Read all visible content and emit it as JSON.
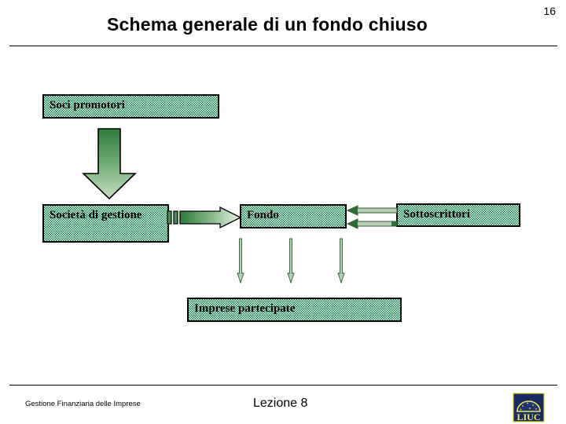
{
  "slide": {
    "title": "Schema generale di un fondo chiuso",
    "page_number": "16"
  },
  "diagram": {
    "boxes": [
      {
        "id": "soci-promotori",
        "label": "Soci promotori"
      },
      {
        "id": "societa-gestione",
        "label": "Società di gestione"
      },
      {
        "id": "fondo",
        "label": "Fondo"
      },
      {
        "id": "sottoscrittori",
        "label": "Sottoscrittori"
      },
      {
        "id": "imprese-partecipate",
        "label": "Imprese partecipate"
      }
    ],
    "connectors": [
      {
        "id": "arrow-down-soci",
        "from": "soci-promotori",
        "to": "societa-gestione",
        "direction": "down"
      },
      {
        "id": "arrow-right-fondo",
        "from": "societa-gestione",
        "to": "fondo",
        "direction": "right"
      },
      {
        "id": "arrow-left-top",
        "from": "sottoscrittori",
        "to": "fondo",
        "direction": "left"
      },
      {
        "id": "arrow-left-bottom",
        "from": "sottoscrittori",
        "to": "fondo",
        "direction": "left"
      },
      {
        "id": "arrow-down-imp-1",
        "from": "fondo",
        "to": "imprese-partecipate",
        "direction": "down"
      },
      {
        "id": "arrow-down-imp-2",
        "from": "fondo",
        "to": "imprese-partecipate",
        "direction": "down"
      },
      {
        "id": "arrow-down-imp-3",
        "from": "fondo",
        "to": "imprese-partecipate",
        "direction": "down"
      }
    ]
  },
  "footer": {
    "left_text": "Gestione Finanziaria delle Imprese",
    "center_text": "Lezione 8",
    "logo_text": "LIUC"
  },
  "colors": {
    "box_fill_green": "#008040",
    "arrow_dark_green": "#3f7a46",
    "arrow_light_green": "#cfe3cb",
    "outline": "#000000",
    "logo_navy": "#1b2a5e",
    "logo_yellow": "#e8e86a"
  }
}
